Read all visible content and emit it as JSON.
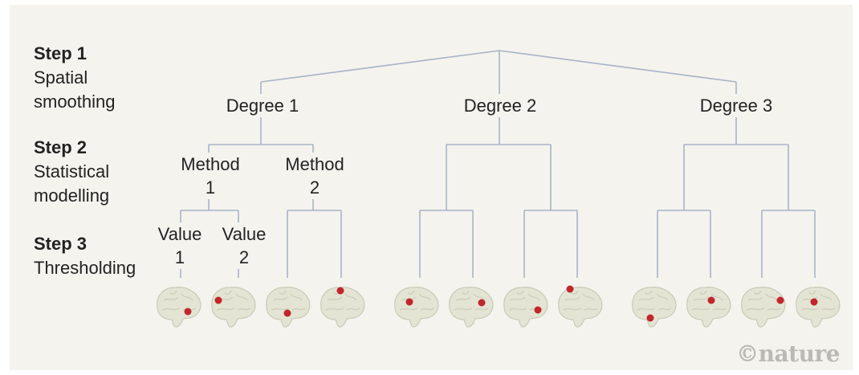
{
  "steps": [
    {
      "title": "Step 1",
      "desc_line1": "Spatial",
      "desc_line2": "smoothing"
    },
    {
      "title": "Step 2",
      "desc_line1": "Statistical",
      "desc_line2": "modelling"
    },
    {
      "title": "Step 3",
      "desc_line1": "Thresholding",
      "desc_line2": ""
    }
  ],
  "degrees": [
    "Degree 1",
    "Degree 2",
    "Degree 3"
  ],
  "methods": [
    {
      "line1": "Method",
      "line2": "1"
    },
    {
      "line1": "Method",
      "line2": "2"
    }
  ],
  "values": [
    {
      "line1": "Value",
      "line2": "1"
    },
    {
      "line1": "Value",
      "line2": "2"
    }
  ],
  "brand": "©nature",
  "colors": {
    "background": "#f4f3ee",
    "lines": "#a9b3c8",
    "brain": "#e3e4d3",
    "dot": "#c0262b",
    "text": "#222222"
  }
}
